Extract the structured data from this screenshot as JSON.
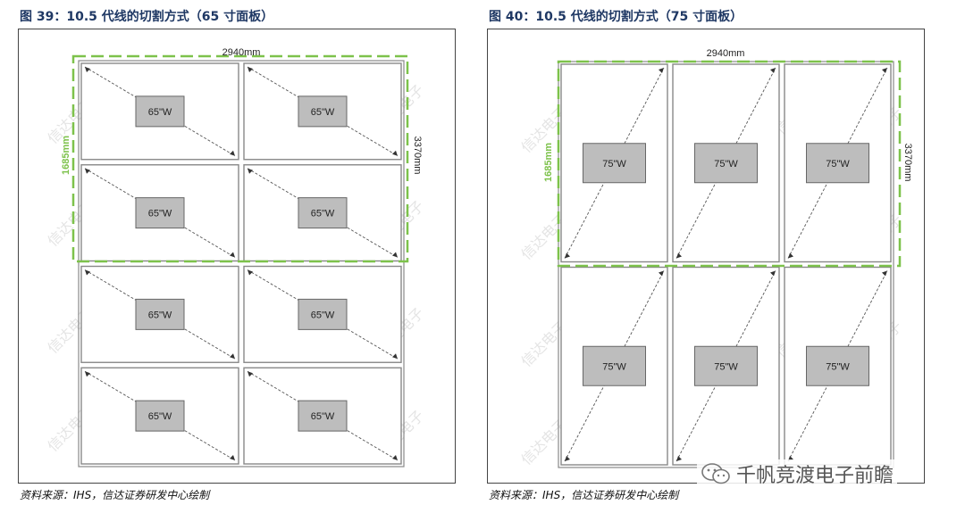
{
  "figures": [
    {
      "title": "图 39：10.5 代线的切割方式（65 寸面板）",
      "substrate_width_label": "2940mm",
      "substrate_height_label": "3370mm",
      "half_height_label": "1685mm",
      "panel_label": "65\"W",
      "panel_count": 8,
      "source": "资料来源：IHS，信达证券研发中心绘制"
    },
    {
      "title": "图 40：10.5 代线的切割方式（75 寸面板）",
      "substrate_width_label": "2940mm",
      "substrate_height_label": "3370mm",
      "half_height_label": "1685mm",
      "panel_label": "75\"W",
      "panel_count": 6,
      "source": "资料来源：IHS，信达证券研发中心绘制"
    }
  ],
  "watermark_text": "信达电子",
  "brand": {
    "icon": "wechat-icon",
    "text": "千帆竞渡电子前瞻"
  },
  "colors": {
    "title": "#1f3864",
    "green_dashed": "#7dc24b",
    "panel_fill": "#bdbdbd",
    "cell_border": "#888888"
  }
}
